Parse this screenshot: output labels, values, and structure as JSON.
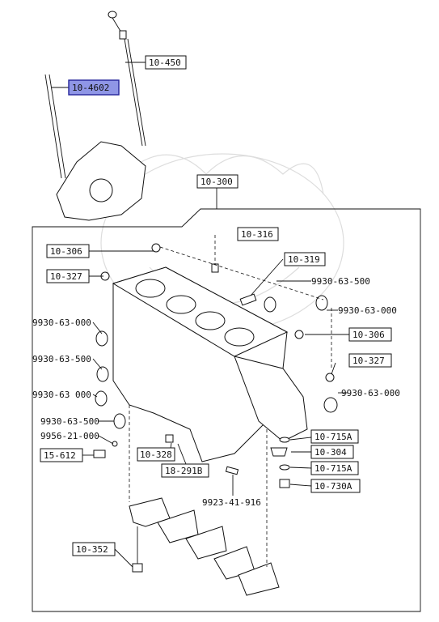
{
  "labels": {
    "l_10_450": "10-450",
    "l_10_4602": "10-4602",
    "l_10_300": "10-300",
    "l_10_316": "10-316",
    "l_10_319": "10-319",
    "l_10_306a": "10-306",
    "l_10_327a": "10-327",
    "l_10_306b": "10-306",
    "l_10_327b": "10-327",
    "l_15_612": "15-612",
    "l_10_328": "10-328",
    "l_18_291b": "18-291B",
    "l_10_715a_1": "10-715A",
    "l_10_304": "10-304",
    "l_10_715a_2": "10-715A",
    "l_10_730a": "10-730A",
    "l_10_352": "10-352",
    "t_9930_63_500_top": "9930-63-500",
    "t_9930_63_000_r1": "9930-63-000",
    "t_9930_63_000_l1": "9930-63-000",
    "t_9930_63_500_l": "9930-63-500",
    "t_9930_63_000_l2": "9930-63 000",
    "t_9930_63_500_l2": "9930-63-500",
    "t_9956_21_000": "9956-21-000",
    "t_9930_63_000_r2": "9930-63-000",
    "t_9923_41_916": "9923-41-916"
  }
}
